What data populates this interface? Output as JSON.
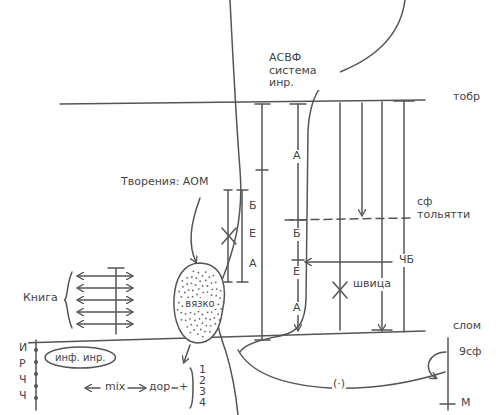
{
  "diagram": {
    "nodes": [
      {
        "text": [
          "вязко"
        ]
      },
      {
        "text": [
          "инф. инр."
        ]
      }
    ],
    "labels": [
      "АСВФ система инр.",
      "тобр",
      "слом",
      "сф тольятти",
      "ЧБ",
      "А",
      "Б",
      "Е",
      "А",
      "Творения: АОМ",
      "Б",
      "Е",
      "А",
      "швица",
      "Книга",
      "И",
      "Р",
      "Ч",
      "Ч",
      "mix",
      "дор",
      "+",
      "1",
      "2",
      "3",
      "4",
      "9сф",
      "М",
      "(·)"
    ]
  }
}
